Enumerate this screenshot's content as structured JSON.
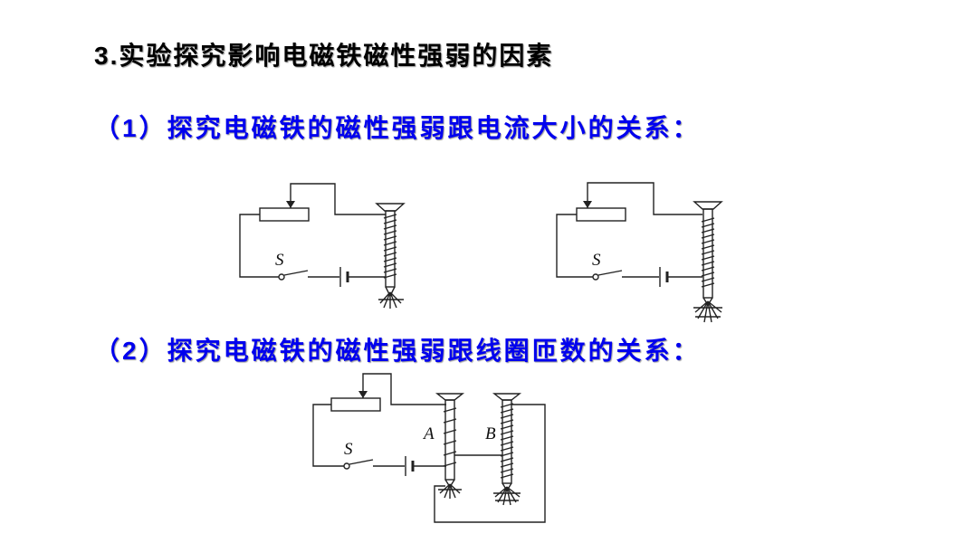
{
  "slide": {
    "heading": {
      "number": "3.",
      "text": "实验探究影响电磁铁磁性强弱的因素"
    },
    "section1": {
      "number_open": "（",
      "number": "1",
      "number_close": "）",
      "text": "探究电磁铁的磁性强弱跟电流大小的关系："
    },
    "section2": {
      "number_open": "（",
      "number": "2",
      "number_close": "）",
      "text": "探究电磁铁的磁性强弱跟线圈匝数的关系："
    }
  },
  "figures": {
    "circuit1": {
      "switch_label": "S"
    },
    "circuit2": {
      "switch_label": "S"
    },
    "circuit3": {
      "switch_label": "S",
      "coil_a_label": "A",
      "coil_b_label": "B"
    }
  }
}
